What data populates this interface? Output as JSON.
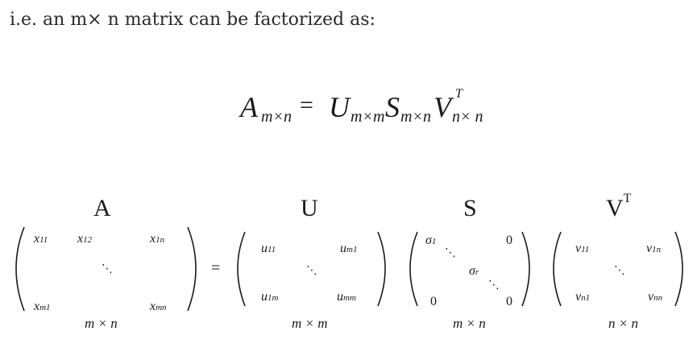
{
  "intro": "i.e. an m× n matrix can be factorized as:",
  "equation": {
    "A": "A",
    "A_sub": "m×n",
    "equals": "=",
    "U": "U",
    "U_sub": "m×m",
    "S": "S",
    "S_sub": "m×n",
    "V": "V",
    "V_sup": "T",
    "V_sub": "n× n"
  },
  "matrices": {
    "A": {
      "label": "A",
      "label_sup": "",
      "entries": {
        "top_left": {
          "base": "x",
          "sub": "11"
        },
        "top_mid": {
          "base": "x",
          "sub": "12"
        },
        "top_right": {
          "base": "x",
          "sub": "1n"
        },
        "bottom_left": {
          "base": "x",
          "sub": "m1"
        },
        "bottom_right": {
          "base": "x",
          "sub": "mn"
        }
      },
      "dims": "m × n"
    },
    "U": {
      "label": "U",
      "label_sup": "",
      "entries": {
        "top_left": {
          "base": "u",
          "sub": "11"
        },
        "top_right": {
          "base": "u",
          "sub": "m1"
        },
        "bottom_left": {
          "base": "u",
          "sub": "1m"
        },
        "bottom_right": {
          "base": "u",
          "sub": "mm"
        }
      },
      "dims": "m × m"
    },
    "S": {
      "label": "S",
      "label_sup": "",
      "entries": {
        "top_left": {
          "base": "σ",
          "sub": "1"
        },
        "top_right": "0",
        "mid": {
          "base": "σ",
          "sub": "r"
        },
        "bottom_left": "0",
        "bottom_right": "0"
      },
      "dims": "m × n"
    },
    "V": {
      "label": "V",
      "label_sup": "T",
      "entries": {
        "top_left": {
          "base": "v",
          "sub": "11"
        },
        "top_right": {
          "base": "v",
          "sub": "1n"
        },
        "bottom_left": {
          "base": "v",
          "sub": "n1"
        },
        "bottom_right": {
          "base": "v",
          "sub": "nn"
        }
      },
      "dims": "n × n"
    },
    "equals": "="
  }
}
